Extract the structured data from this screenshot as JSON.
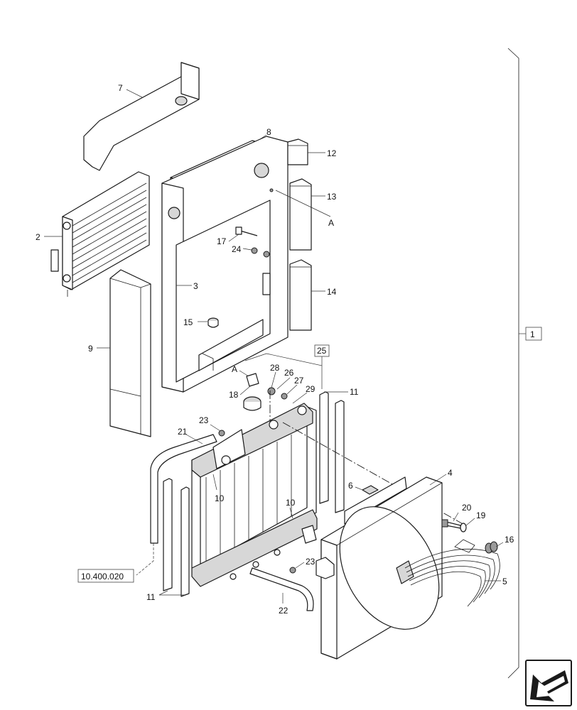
{
  "callouts": {
    "c1": "1",
    "c2": "2",
    "c3": "3",
    "c4": "4",
    "c5": "5",
    "c6": "6",
    "c7": "7",
    "c8": "8",
    "c9": "9",
    "c10a": "10",
    "c10b": "10",
    "c11a": "11",
    "c11b": "11",
    "c12": "12",
    "c13": "13",
    "c14": "14",
    "c15": "15",
    "c16": "16",
    "c17": "17",
    "c18": "18",
    "c19": "19",
    "c20": "20",
    "c21": "21",
    "c22": "22",
    "c23a": "23",
    "c23b": "23",
    "c24": "24",
    "c25": "25",
    "c26": "26",
    "c27": "27",
    "c28": "28",
    "c29": "29",
    "refA1": "A",
    "refA2": "A"
  },
  "reference_box": "10.400.020",
  "icons": {
    "nav": "next-page-arrow-icon"
  }
}
